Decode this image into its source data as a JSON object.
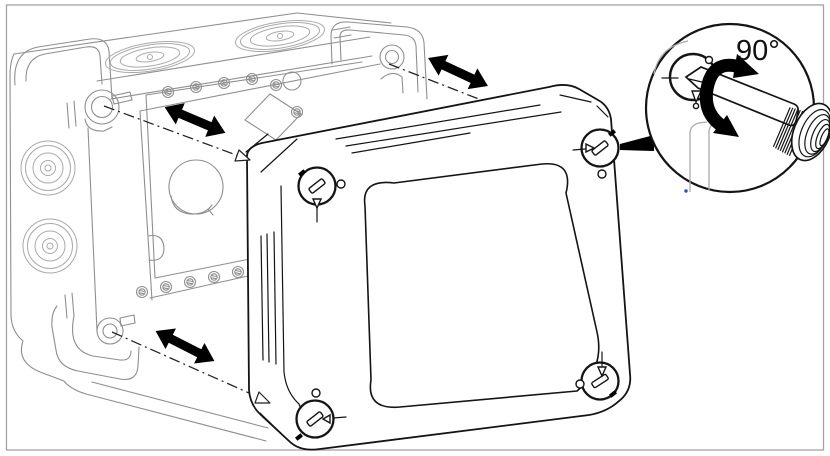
{
  "detail": {
    "angle_label": "90°"
  },
  "colors": {
    "background": "#ffffff",
    "frame_border": "#a3a3a3",
    "stroke_box": "#8f8f8f",
    "stroke_box_light": "#aaaaaa",
    "stroke_lid": "#141414",
    "arrow_color": "#000000",
    "detail_dot": "#3946d1"
  },
  "parts": {
    "box": "junction-box-body",
    "lid": "junction-box-lid",
    "screws": [
      "quarter-turn-screw-top-left",
      "quarter-turn-screw-top-right",
      "quarter-turn-screw-bottom-right",
      "quarter-turn-screw-bottom-left"
    ],
    "arrows": [
      "alignment-arrow-top-left",
      "alignment-arrow-top-right",
      "alignment-arrow-bottom-left"
    ],
    "detail_view": "screwdriver-rotation-detail"
  }
}
